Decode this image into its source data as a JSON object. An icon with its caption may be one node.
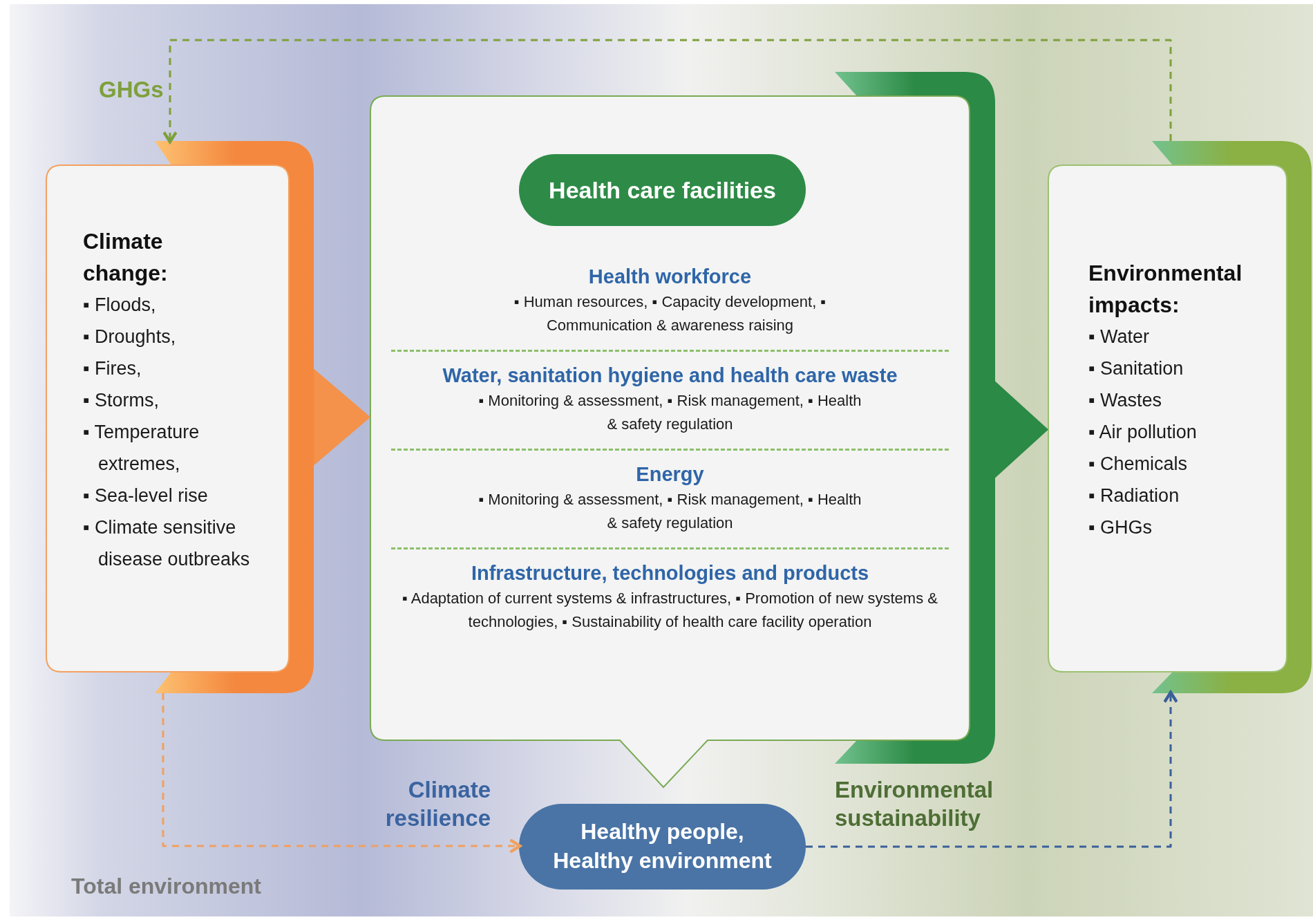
{
  "diagram": {
    "nodes": [
      {
        "text": [
          "Climate change:",
          "▪ Floods,",
          "▪ Droughts,",
          "▪ Fires,",
          "▪ Storms,",
          "▪ Temperature extremes,",
          "▪ Sea-level rise",
          "▪ Climate sensitive disease outbreaks"
        ]
      },
      {
        "text": [
          "Health workforce",
          "▪ Human resources, ▪ Capacity development, ▪ Communication & awareness raising",
          "Water, sanitation hygiene and health care waste",
          "▪ Monitoring & assessment, ▪ Risk management, ▪ Health & safety regulation",
          "Energy",
          "▪ Monitoring & assessment, ▪ Risk management, ▪ Health & safety regulation",
          "Infrastructure, technologies and products",
          "▪ Adaptation of current systems & infrastructures, ▪ Promotion of new systems & technologies, ▪ Sustainability of health care facility operation"
        ]
      },
      {
        "text": [
          "Health care facilities"
        ],
        "in": 1
      },
      {
        "text": [
          "Environmental impacts:",
          "▪ Water",
          "▪ Sanitation",
          "▪ Wastes",
          "▪ Air pollution",
          "▪ Chemicals",
          "▪ Radiation",
          "▪ GHGs"
        ]
      },
      {
        "text": [
          "Healthy people, Healthy environment"
        ]
      }
    ],
    "edges": [
      {
        "from": 0,
        "to": 1,
        "arrow": "to",
        "style": "thick",
        "color": "#f4914a"
      },
      {
        "from": 1,
        "to": 3,
        "arrow": "to",
        "style": "thick",
        "color": "#2b8a45"
      },
      {
        "from": 3,
        "to": 0,
        "arrow": "to",
        "style": "dashed",
        "color": "#7ea03c",
        "label": "GHGs"
      },
      {
        "from": 0,
        "to": 4,
        "arrow": "to",
        "style": "dashed",
        "color": "#f0a060"
      },
      {
        "from": 4,
        "to": 3,
        "arrow": "to",
        "style": "dashed",
        "color": "#3a5f9a"
      }
    ],
    "labels": [
      "Climate resilience",
      "Environmental sustainability",
      "Total environment"
    ]
  }
}
